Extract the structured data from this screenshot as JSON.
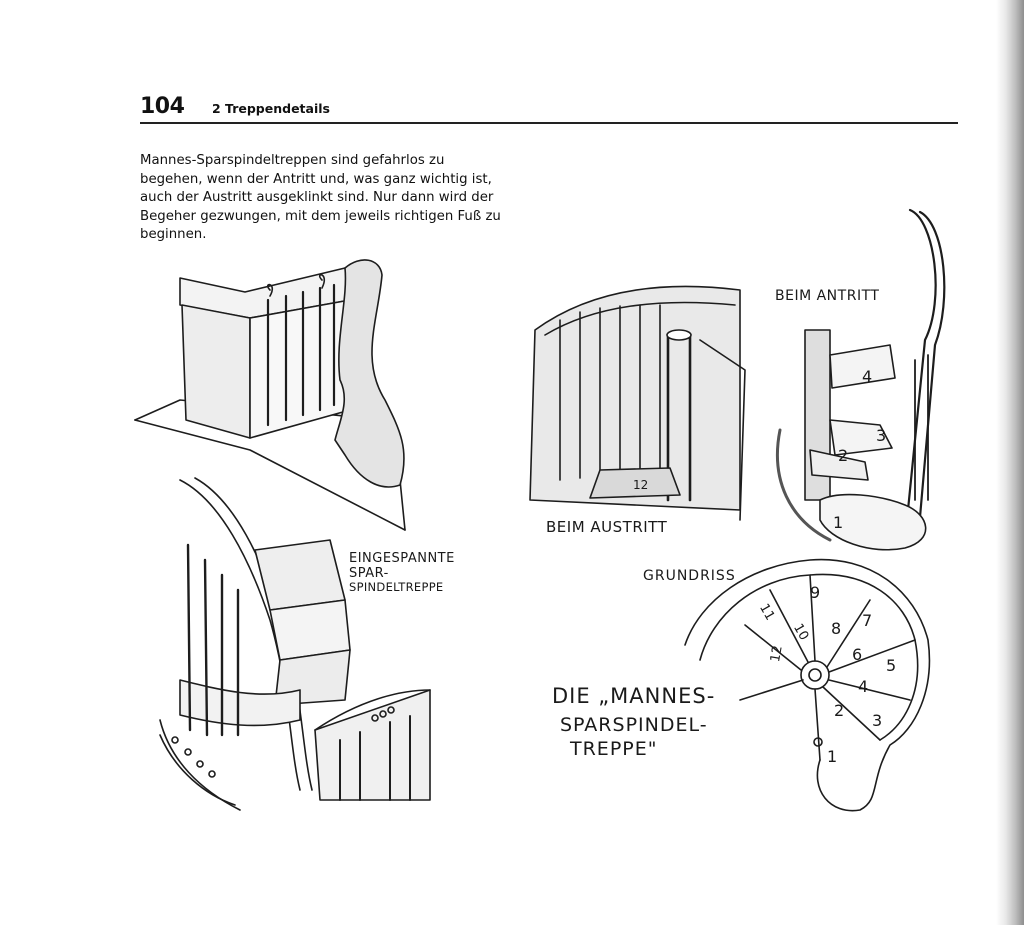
{
  "header": {
    "page_number": "104",
    "chapter_title": "2 Treppendetails"
  },
  "body_text": "Mannes-Sparspindeltreppen sind gefahrlos zu begehen, wenn der Antritt und, was ganz wichtig ist, auch der Austritt ausgeklinkt sind. Nur dann wird der Begeher gezwungen, mit dem jeweils richtigen Fuß zu beginnen.",
  "labels": {
    "eingespannte": "EINGESPANNTE",
    "spar": "SPAR-",
    "spindeltreppe": "SPINDELTREPPE",
    "beim_austritt": "BEIM AUSTRITT",
    "beim_antritt": "BEIM ANTRITT",
    "grundriss": "GRUNDRISS",
    "title_line1": "DIE „MANNES-",
    "title_line2": "SPARSPINDEL-",
    "title_line3": "TREPPE\""
  },
  "step_numbers_austritt": [
    "12"
  ],
  "step_numbers_antritt": [
    "1",
    "2",
    "3",
    "4"
  ],
  "step_numbers_plan": [
    "1",
    "2",
    "3",
    "4",
    "5",
    "6",
    "7",
    "8",
    "9",
    "10",
    "11",
    "12"
  ]
}
